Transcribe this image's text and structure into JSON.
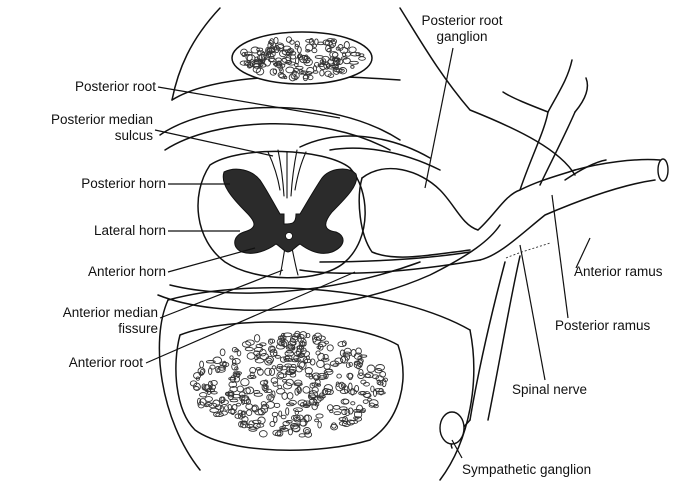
{
  "labels": {
    "posterior_root_ganglion": [
      "Posterior root",
      "ganglion"
    ],
    "posterior_root": "Posterior root",
    "posterior_median_sulcus": [
      "Posterior median",
      "sulcus"
    ],
    "posterior_horn": "Posterior horn",
    "lateral_horn": "Lateral horn",
    "anterior_horn": "Anterior horn",
    "anterior_median_fissure": [
      "Anterior median",
      "fissure"
    ],
    "anterior_root": "Anterior root",
    "anterior_ramus": "Anterior ramus",
    "posterior_ramus": "Posterior ramus",
    "spinal_nerve": "Spinal nerve",
    "sympathetic_ganglion": "Sympathetic ganglion"
  }
}
